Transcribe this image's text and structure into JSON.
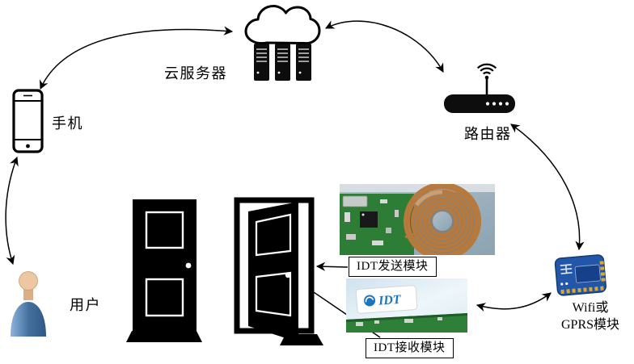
{
  "labels": {
    "cloud_server": "云服务器",
    "phone": "手机",
    "user": "用户",
    "router": "路由器",
    "idt_tx_module": "IDT发送模块",
    "idt_rx_module": "IDT接收模块",
    "wifi_module_line1": "Wifi或",
    "wifi_module_line2": "GPRS模块",
    "idt_logo": "IDT"
  },
  "colors": {
    "line_black": "#000000",
    "pcb_green": "#2e7d36",
    "coil_copper": "#b87a3c",
    "idt_blue": "#1b75bc",
    "wifi_board_blue": "#2156a8",
    "user_skin": "#ecc7a1",
    "user_shirt_blue": "#46719f",
    "background": "#ffffff"
  }
}
